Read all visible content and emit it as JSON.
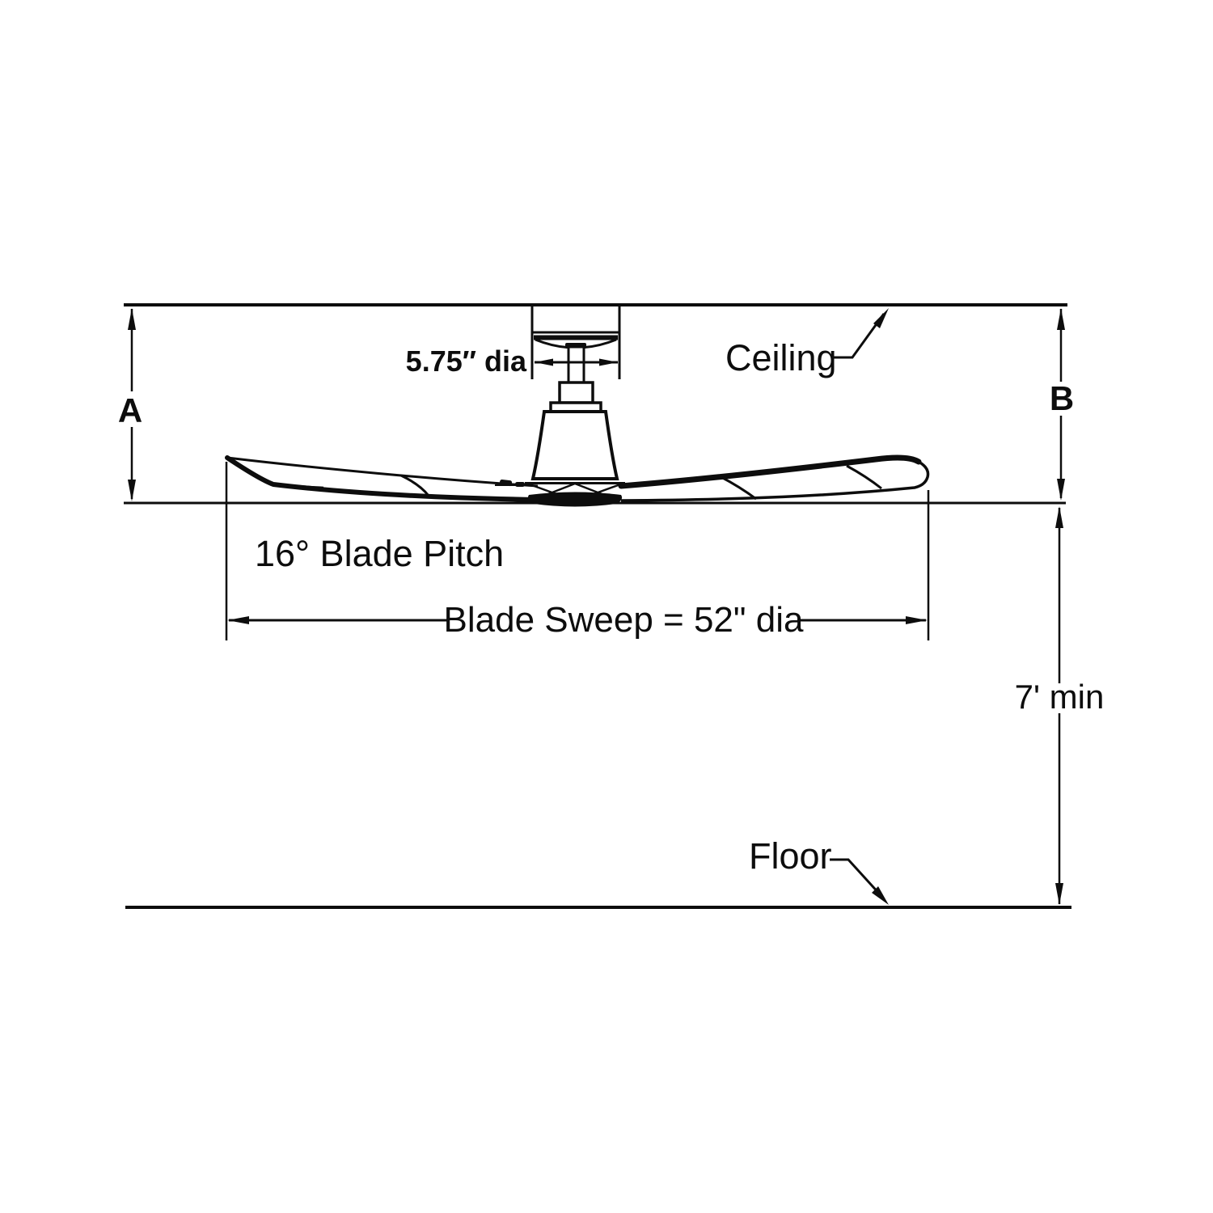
{
  "figure": {
    "type": "technical-line-drawing",
    "subject": "ceiling fan side-view mounting dimension diagram",
    "background_color": "#ffffff",
    "line_color": "#0d0d0d"
  },
  "labels": {
    "ceiling": "Ceiling",
    "floor": "Floor",
    "dimension_a": "A",
    "dimension_b": "B",
    "canopy_diameter": "5.75″ dia",
    "blade_pitch": "16° Blade Pitch",
    "blade_sweep": "Blade Sweep = 52\" dia",
    "min_floor_clearance": "7' min"
  }
}
